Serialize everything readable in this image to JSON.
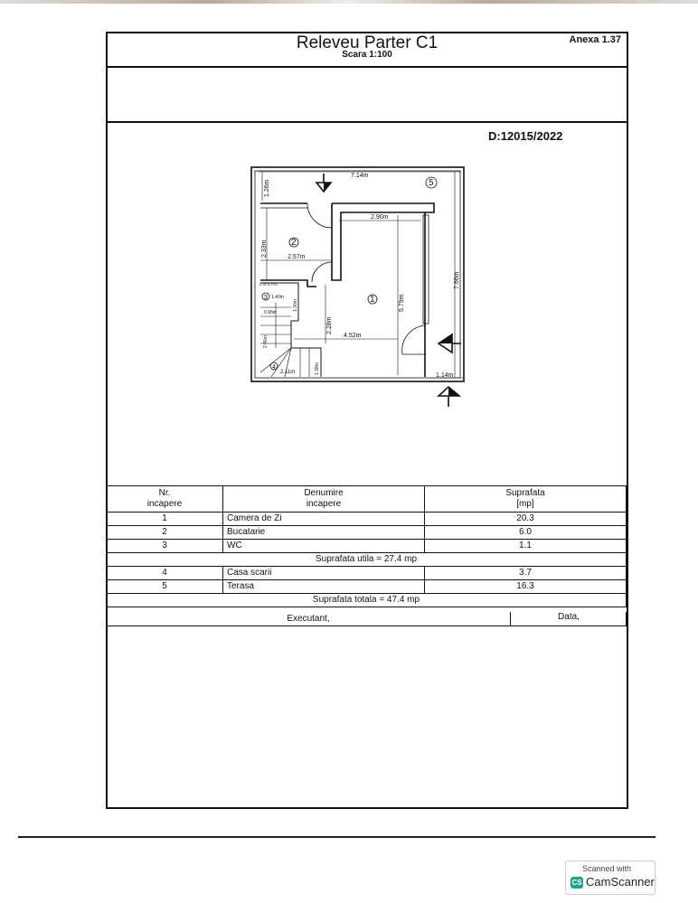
{
  "header": {
    "title": "Releveu Parter C1",
    "scale": "Scara 1:100",
    "annex": "Anexa 1.37"
  },
  "document_id": "D:12015/2022",
  "plan": {
    "dimensions": {
      "overall_width": "7.14m",
      "overall_depth": "7.66m",
      "terrace_depth": "1.26m",
      "living_width": "2.90m",
      "living_depth": "5.79m",
      "living_width_lower": "4.52m",
      "living_partial": "2.28m",
      "kitchen_depth": "2.33m",
      "kitchen_width": "2.57m",
      "entry": "1.14m",
      "wc_width": "1.40m",
      "wc_a": "0.95m",
      "wc_b": "1.30m",
      "wc_top": "0.20 0.27m",
      "stair_depth": "2.46m",
      "stair_width": "2.11m",
      "stair_b": "1.38m"
    },
    "room_markers": [
      "1",
      "2",
      "3",
      "4",
      "5"
    ]
  },
  "table": {
    "headers": {
      "nr": "Nr.\nincapere",
      "nr_1": "Nr.",
      "nr_2": "incapere",
      "name_1": "Denumire",
      "name_2": "incapere",
      "area_1": "Suprafata",
      "area_2": "[mp]"
    },
    "rows_util": [
      {
        "nr": "1",
        "name": "Camera de Zi",
        "area": "20.3"
      },
      {
        "nr": "2",
        "name": "Bucatarie",
        "area": "6.0"
      },
      {
        "nr": "3",
        "name": "WC",
        "area": "1.1"
      }
    ],
    "util_total": "Suprafata utila = 27.4 mp",
    "rows_other": [
      {
        "nr": "4",
        "name": "Casa scarii",
        "area": "3.7"
      },
      {
        "nr": "5",
        "name": "Terasa",
        "area": "16.3"
      }
    ],
    "grand_total": "Suprafata totala = 47.4 mp",
    "executant": "Executant,",
    "date": "Data,"
  },
  "watermark": {
    "scanned_with": "Scanned with",
    "app": "CamScanner",
    "logo": "CS",
    "accent": "#1aa58a"
  }
}
